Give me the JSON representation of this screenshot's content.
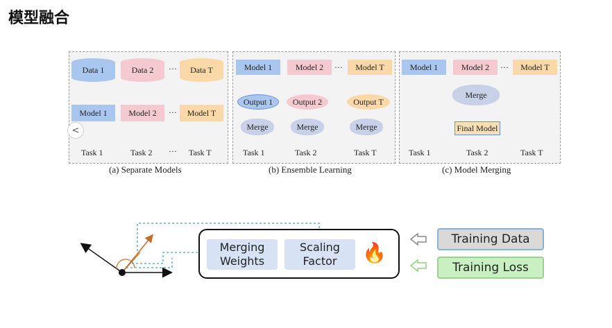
{
  "title": "模型融合",
  "panel_a": {
    "caption": "(a) Separate Models",
    "data": [
      "Data 1",
      "Data 2",
      "Data T"
    ],
    "models": [
      "Model 1",
      "Model 2",
      "Model T"
    ],
    "tasks": [
      "Task 1",
      "Task 2",
      "Task T"
    ],
    "dots": "···"
  },
  "panel_b": {
    "caption": "(b) Ensemble Learning",
    "models": [
      "Model 1",
      "Model 2",
      "Model T"
    ],
    "outputs": [
      "Output 1",
      "Output 2",
      "Output T"
    ],
    "merges": [
      "Merge",
      "Merge",
      "Merge"
    ],
    "tasks": [
      "Task 1",
      "Task 2",
      "Task T"
    ],
    "dots": "···"
  },
  "panel_c": {
    "caption": "(c) Model Merging",
    "models": [
      "Model 1",
      "Model 2",
      "Model T"
    ],
    "merge": "Merge",
    "final": "Final Model",
    "tasks": [
      "Task 1",
      "Task 2",
      "Task T"
    ],
    "dots": "···"
  },
  "nav": {
    "prev_label": "<"
  },
  "bottom": {
    "merging_weights": "Merging\nWeights",
    "scaling_factor": "Scaling\nFactor",
    "flame": "🔥",
    "training_data": "Training Data",
    "training_loss": "Training Loss"
  },
  "colors": {
    "blue": "#a9c6ef",
    "pink": "#f4c9d0",
    "orange": "#fbd8a8",
    "accent": "#4a9fc0"
  }
}
